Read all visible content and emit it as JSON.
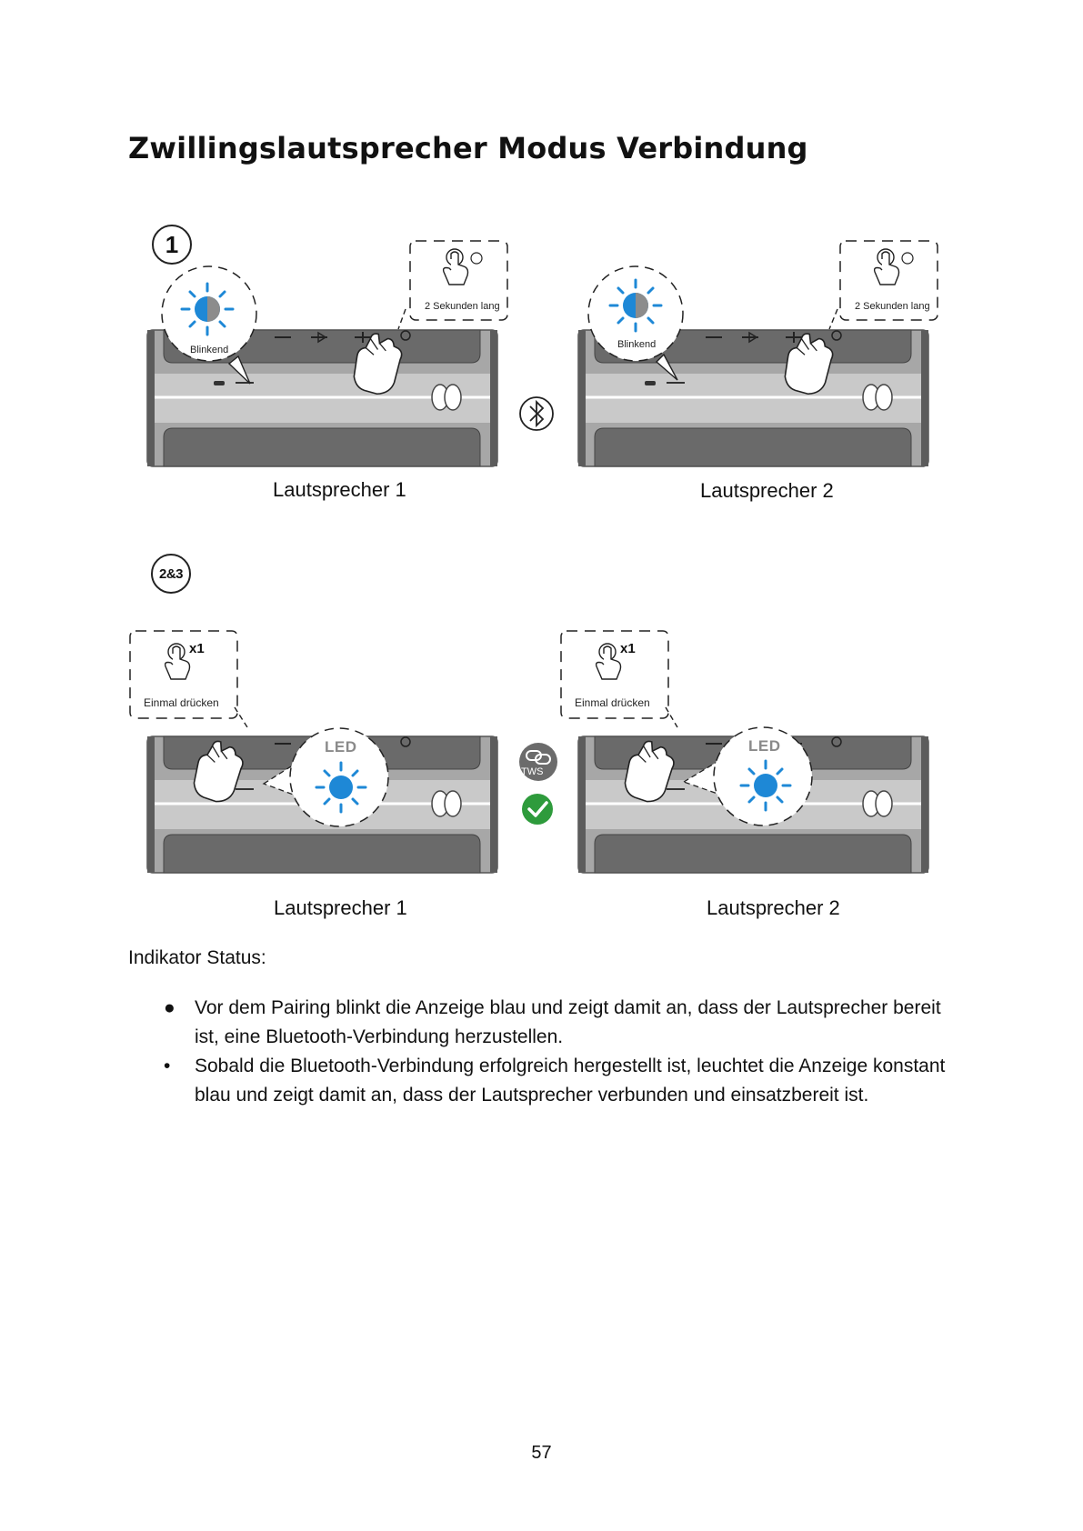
{
  "title": "Zwillingslautsprecher Modus Verbindung",
  "step1": {
    "badge": "1",
    "left": {
      "status_label": "Blinkend",
      "press_label": "2 Sekunden lang",
      "caption": "Lautsprecher 1"
    },
    "right": {
      "status_label": "Blinkend",
      "press_label": "2 Sekunden lang",
      "caption": "Lautsprecher 2"
    },
    "center_icon": "bluetooth-icon"
  },
  "step23": {
    "badge": "2&3",
    "left": {
      "press_label": "Einmal drücken",
      "press_count": "x1",
      "led_label": "LED",
      "caption": "Lautsprecher 1"
    },
    "right": {
      "press_label": "Einmal drücken",
      "press_count": "x1",
      "led_label": "LED",
      "caption": "Lautsprecher 2"
    },
    "tws_label": "TWS"
  },
  "indicator_heading": "Indikator Status:",
  "bullets": [
    "Vor dem Pairing blinkt die Anzeige blau und zeigt damit an, dass der Lautsprecher bereit ist, eine Bluetooth-Verbindung herzustellen.",
    "Sobald die Bluetooth-Verbindung erfolgreich hergestellt ist, leuchtet die Anzeige konstant blau und zeigt damit an, dass der Lautsprecher verbunden und einsatzbereit ist."
  ],
  "page_number": "57",
  "colors": {
    "led_blue": "#1e88d6",
    "check_green": "#2e9b3c",
    "speaker_gray": "#9a9a9a",
    "speaker_dark": "#5c5c5c"
  }
}
